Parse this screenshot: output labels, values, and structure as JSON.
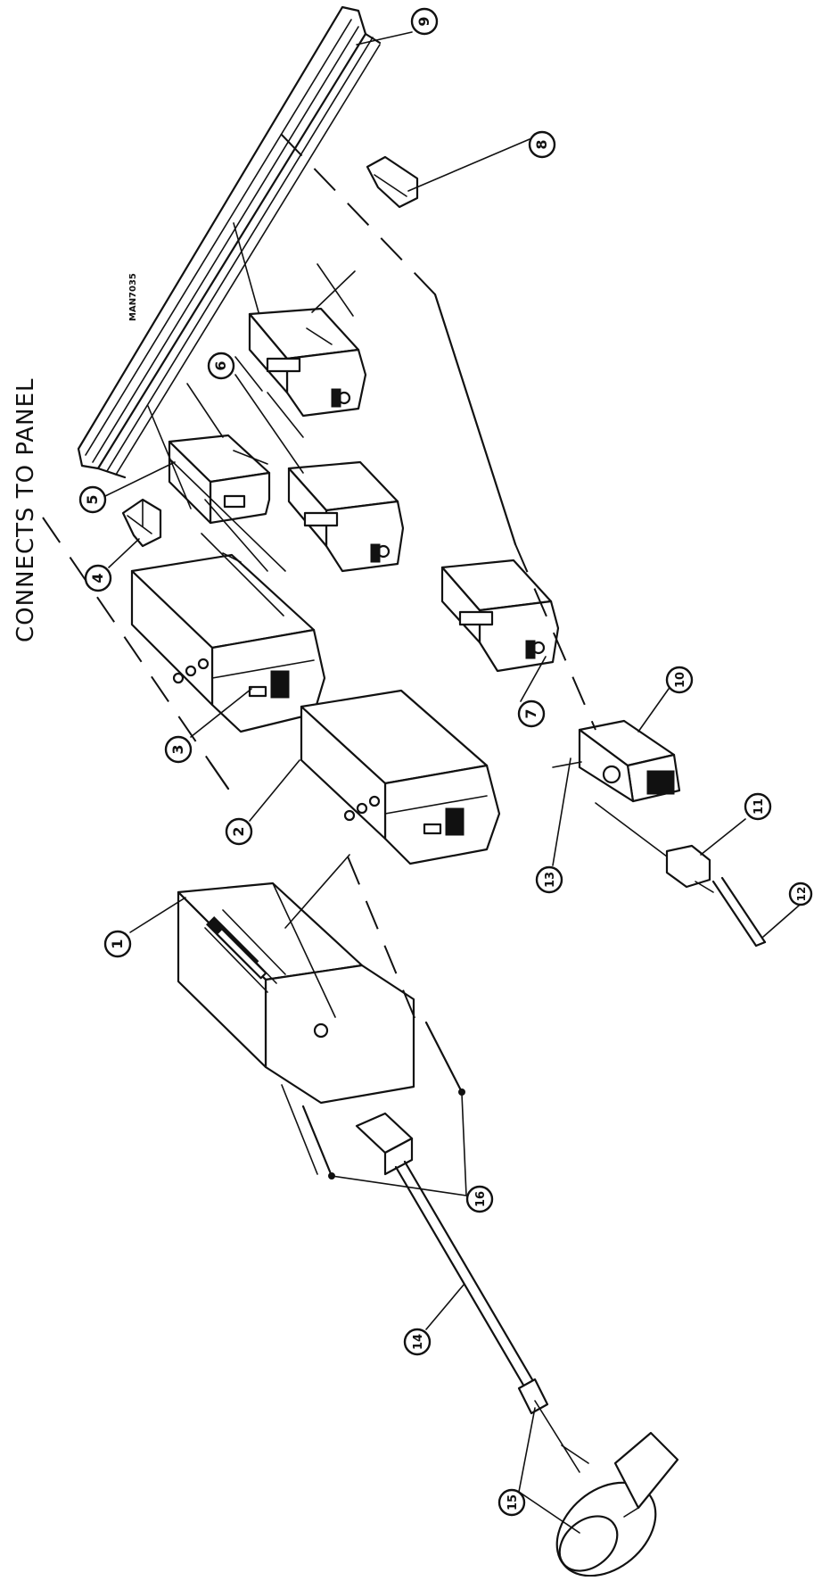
{
  "diagram": {
    "label_connects": "CONNECTS TO PANEL",
    "drawing_code": "MAN7035",
    "callouts": [
      "1",
      "2",
      "3",
      "4",
      "5",
      "6",
      "7",
      "8",
      "9",
      "10",
      "11",
      "12",
      "13",
      "14",
      "15",
      "16"
    ]
  }
}
